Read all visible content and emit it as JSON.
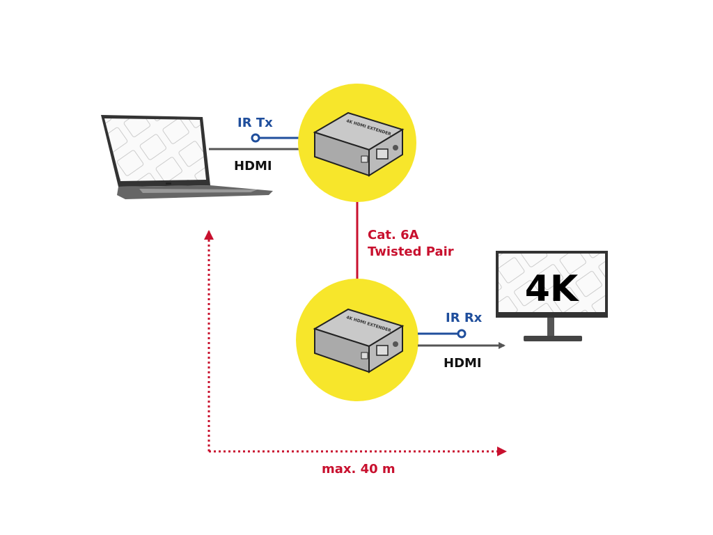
{
  "labels": {
    "ir_tx": "IR Tx",
    "hdmi_in": "HDMI",
    "cable": [
      "Cat. 6A",
      "Twisted Pair"
    ],
    "ir_rx": "IR Rx",
    "hdmi_out": "HDMI",
    "monitor_screen": "4K",
    "distance": "max. 40 m"
  },
  "device_label": "4K HDMI EXTENDER",
  "colors": {
    "highlight": "#f7e62b",
    "ir_line": "#1f4e9c",
    "cable_red": "#c8102e",
    "hdmi_line": "#555555"
  }
}
